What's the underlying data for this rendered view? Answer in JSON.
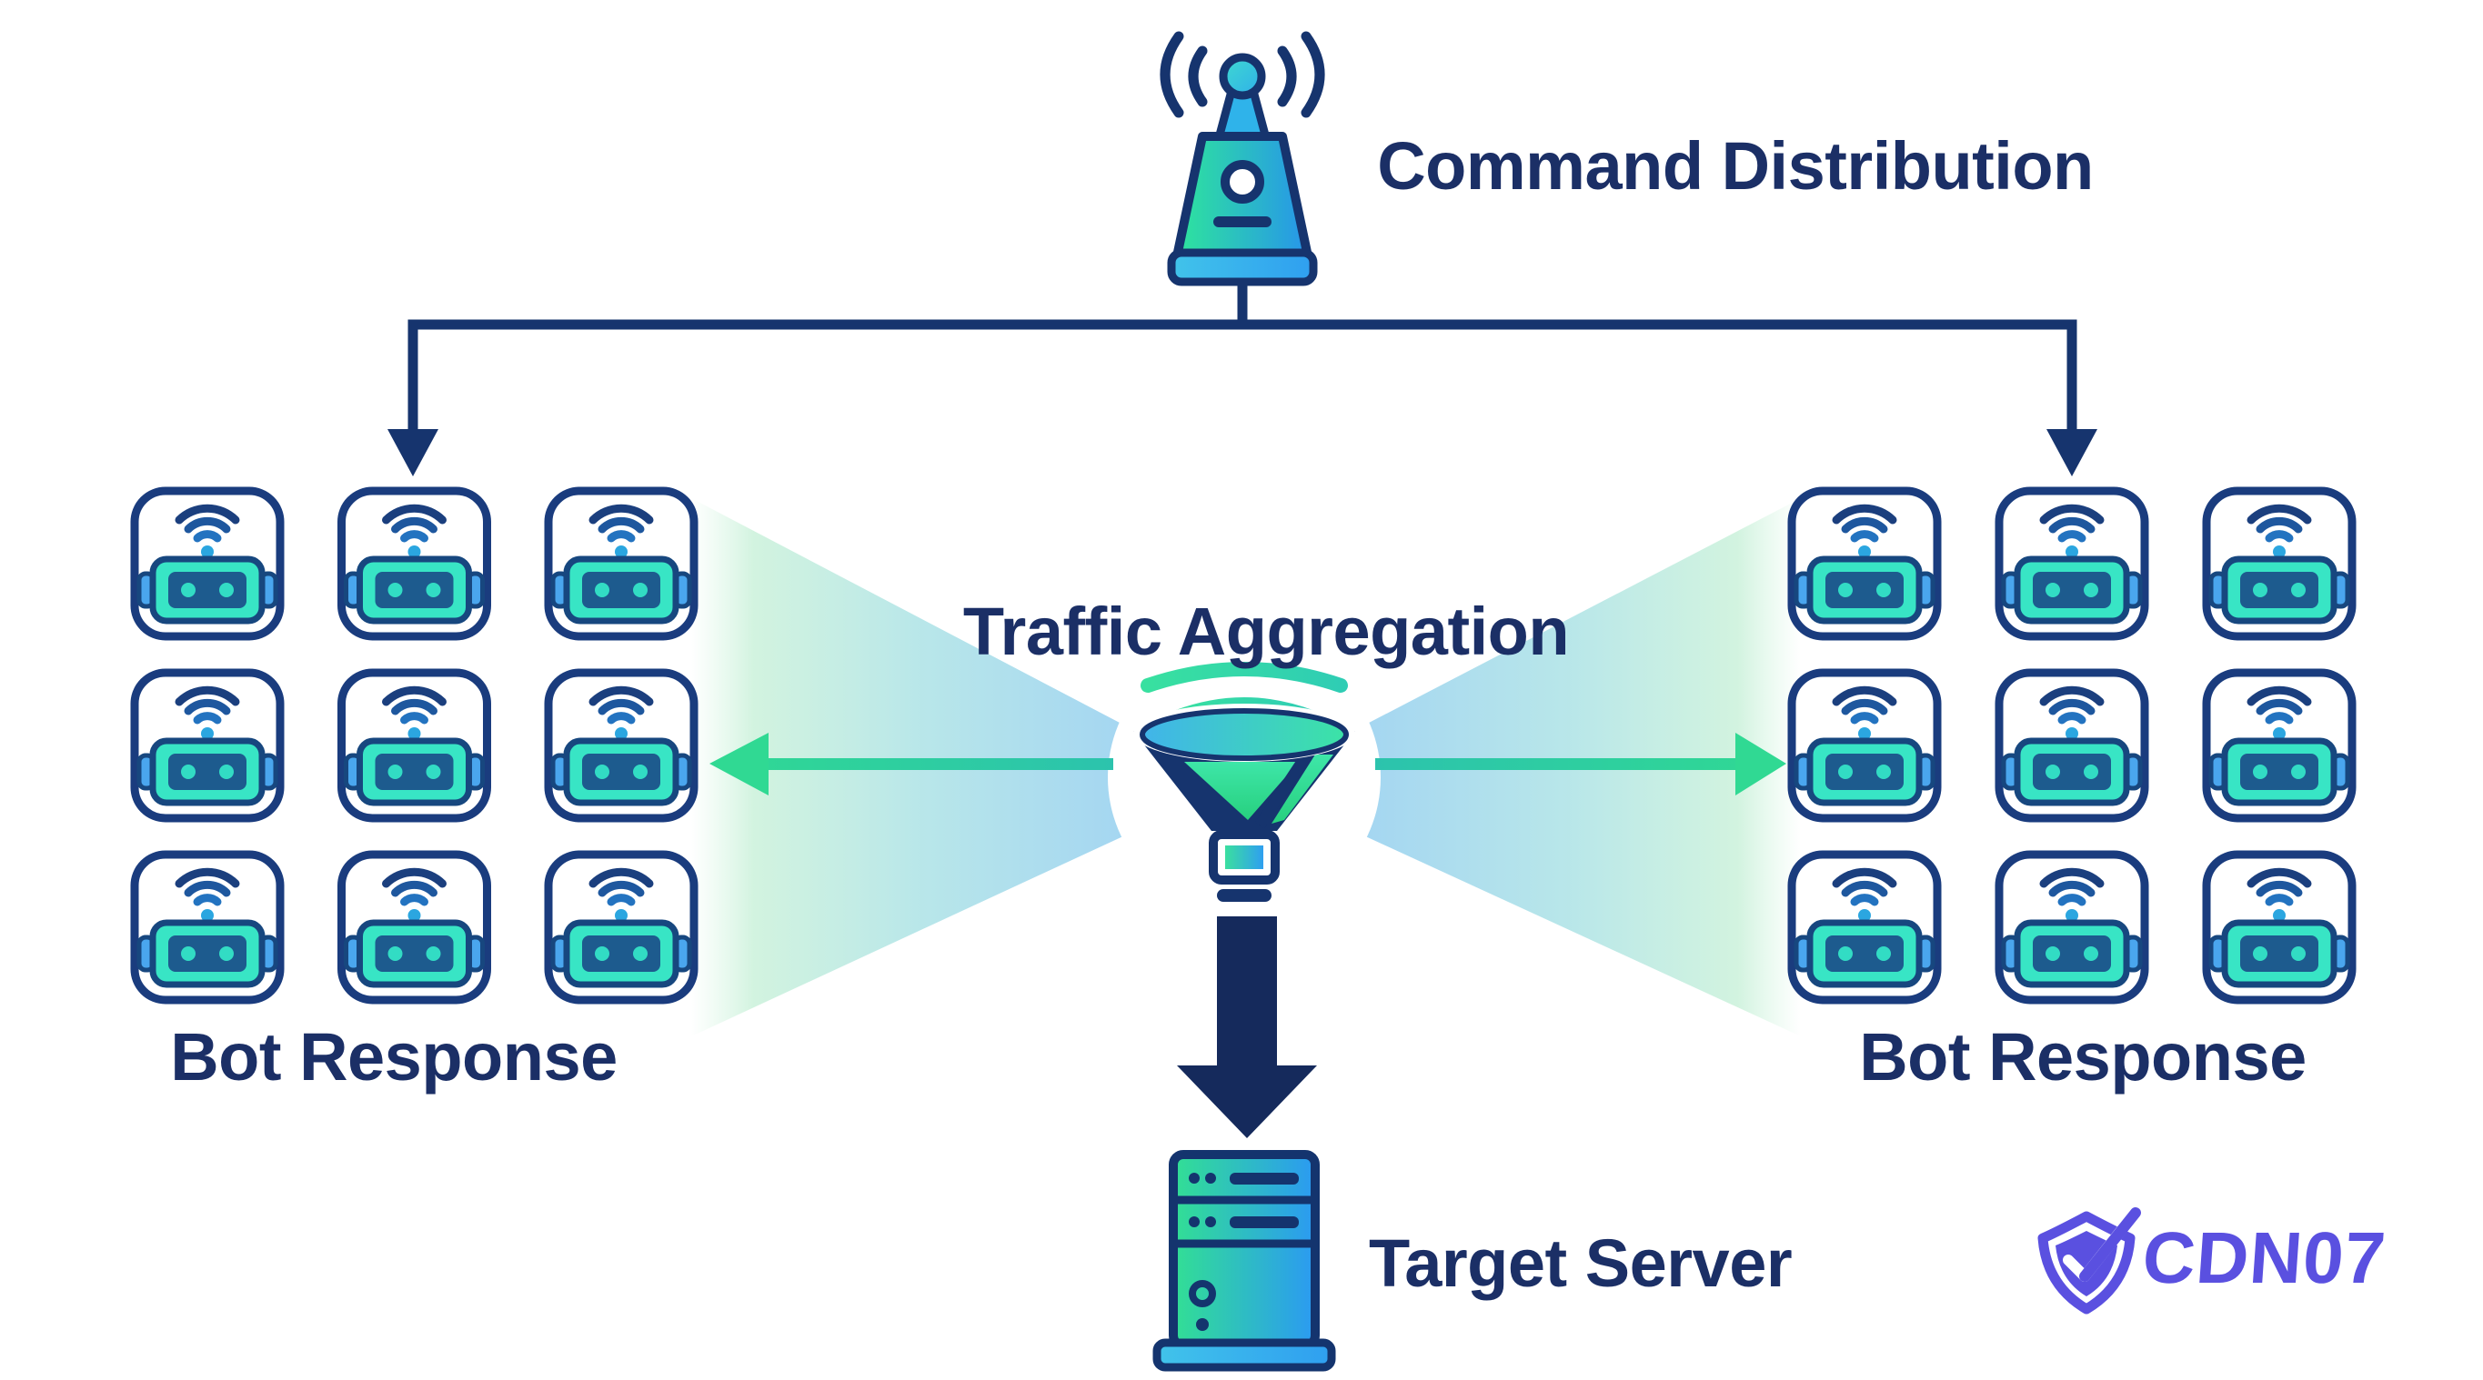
{
  "diagram": {
    "nodes": {
      "command": {
        "label": "Command Distribution",
        "icon": "broadcast-tower-icon"
      },
      "aggregation": {
        "label": "Traffic Aggregation",
        "icon": "funnel-icon"
      },
      "left_botnet": {
        "label": "Bot Response",
        "icon": "bot-icon",
        "rows": 3,
        "cols": 3
      },
      "right_botnet": {
        "label": "Bot Response",
        "icon": "bot-icon",
        "rows": 3,
        "cols": 3
      },
      "target": {
        "label": "Target Server",
        "icon": "server-icon"
      }
    },
    "brand": {
      "name": "CDN07",
      "icon": "shield-check-icon"
    },
    "colors": {
      "navy_outline": "#16346e",
      "dark_navy_arrow": "#152a5c",
      "text_navy": "#1b2f66",
      "teal_head": "#38e5c5",
      "face_blue": "#1d5b8e",
      "ear_blue": "#4aa6ee",
      "green": "#30d993",
      "teal_arrow": "#2cc3ad",
      "beam_blue": "#a3d5f2",
      "beam_mint": "#cdf2dc",
      "gradient_green": "#2ee59c",
      "gradient_blue": "#2795ea",
      "brand_purple": "#5a50e0"
    }
  }
}
